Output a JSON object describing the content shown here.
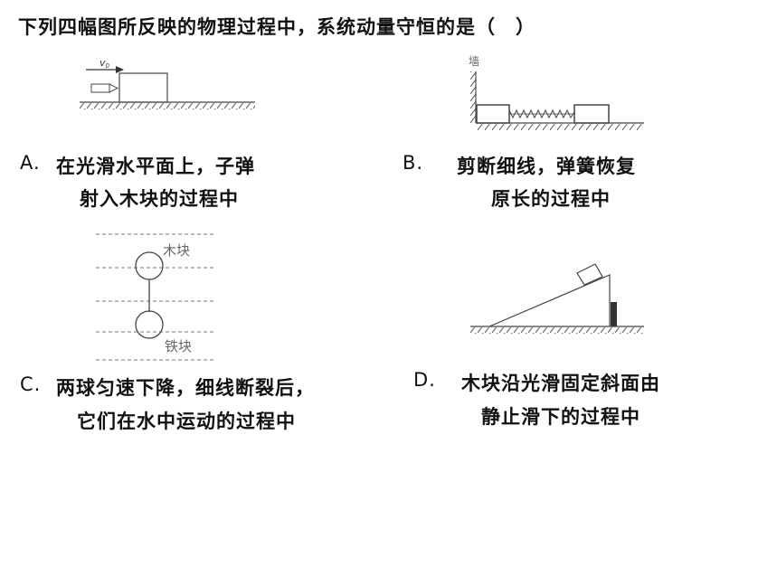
{
  "question": "下列四幅图所反映的物理过程中，系统动量守恒的是（　）",
  "options": [
    {
      "letter": "A.",
      "line1": "在光滑水平面上，子弹",
      "line2": "射入木块的过程中"
    },
    {
      "letter": "B.",
      "line1": "剪断细线，弹簧恢复",
      "line2": "原长的过程中"
    },
    {
      "letter": "C.",
      "line1": "两球匀速下降，细线断裂后，",
      "line2": "它们在水中运动的过程中"
    },
    {
      "letter": "D.",
      "line1": "木块沿光滑固定斜面由",
      "line2": "静止滑下的过程中"
    }
  ],
  "figures": {
    "a_velocity": "v",
    "a_velocity_sub": "0",
    "b_wall": "墙",
    "c_top": "木块",
    "c_bottom": "铁块"
  }
}
